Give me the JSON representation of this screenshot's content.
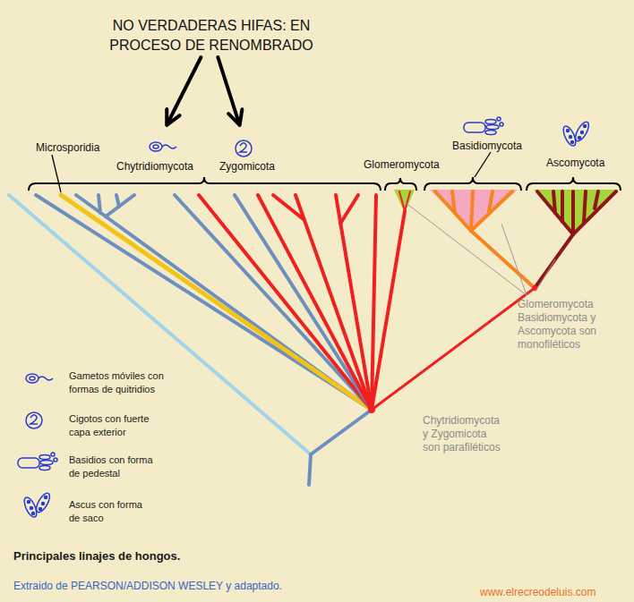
{
  "diagram": {
    "caption": "Principales linajes de hongos.",
    "nodes": [
      {
        "text": [
          "NO VERDADERAS HIFAS: EN PROCESO DE RENOMBRADO"
        ]
      },
      {
        "text": [
          "Chytridiomycota"
        ]
      },
      {
        "text": [
          "Zygomicota"
        ]
      }
    ],
    "edges": [
      {
        "from": 0,
        "to": 1,
        "arrow": "to"
      },
      {
        "from": 0,
        "to": 2,
        "arrow": "to"
      }
    ],
    "labels": [
      "Microsporidia",
      "Glomeromycota",
      "Basidiomycota",
      "Ascomycota",
      "Glomeromycota Basidiomycota y Ascomycota son monofiléticos",
      "Chytridiomycota y Zygomicota son parafiléticos",
      "Extraido de PEARSON/ADDISON WESLEY y adaptado.",
      "www.elrecreodeluis.com"
    ],
    "legend": [
      {
        "text": "Gametos móviles con formas de quitridios"
      },
      {
        "text": "Cigotos con fuerte capa exterior"
      },
      {
        "text": "Basidios con forma de pedestal"
      },
      {
        "text": "Ascus con forma de saco"
      }
    ]
  }
}
